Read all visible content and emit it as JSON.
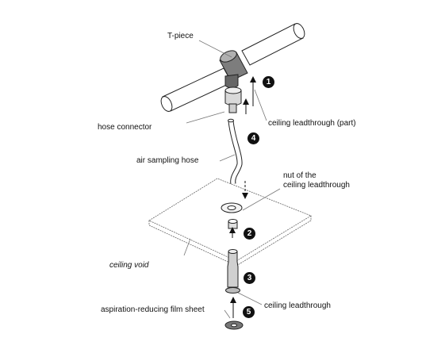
{
  "labels": {
    "t_piece": "T-piece",
    "hose_connector": "hose connector",
    "ceiling_leadthrough_part": "ceiling leadthrough (part)",
    "air_sampling_hose": "air sampling hose",
    "nut_line1": "nut of the",
    "nut_line2": "ceiling leadthrough",
    "ceiling_void": "ceiling  void",
    "ceiling_leadthrough": "ceiling leadthrough",
    "film_sheet": "aspiration-reducing film sheet"
  },
  "steps": {
    "step1": "1",
    "step2": "2",
    "step3": "3",
    "step4": "4",
    "step5": "5"
  }
}
